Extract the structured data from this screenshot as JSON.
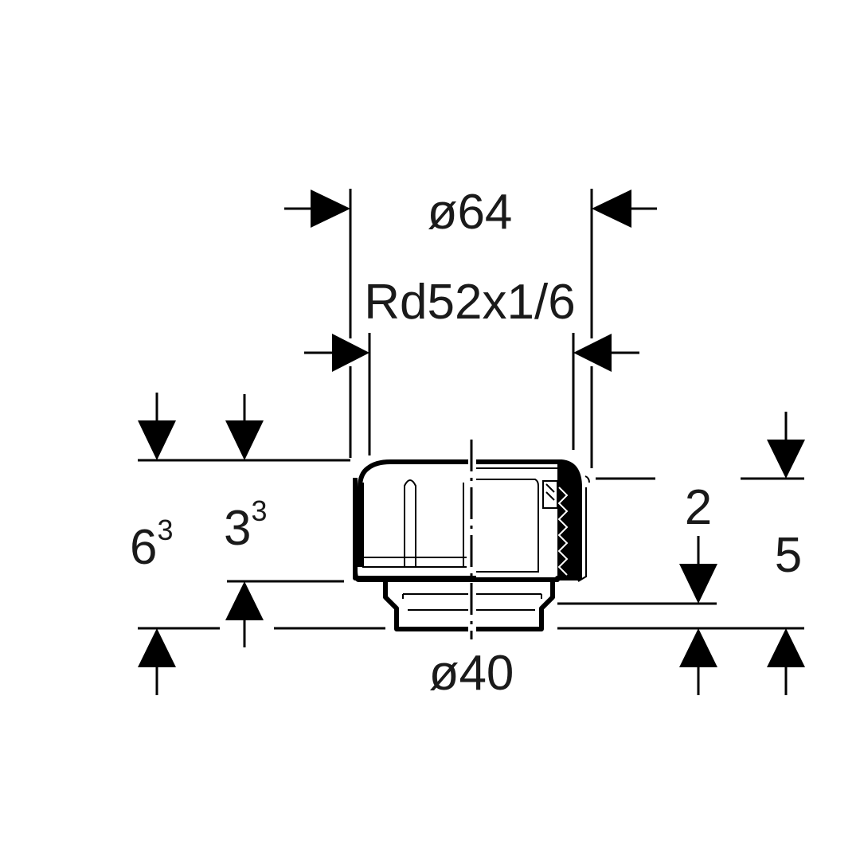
{
  "dimensions": {
    "outer_diameter": "ø64",
    "thread": "Rd52x1/6",
    "bottom_diameter": "ø40",
    "total_height": {
      "base": "6",
      "sup": "3"
    },
    "lower_height": {
      "base": "3",
      "sup": "3"
    },
    "right_small": "2",
    "right_large": "5"
  },
  "colors": {
    "line": "#000000",
    "text": "#1a1a1a",
    "background": "#ffffff"
  }
}
